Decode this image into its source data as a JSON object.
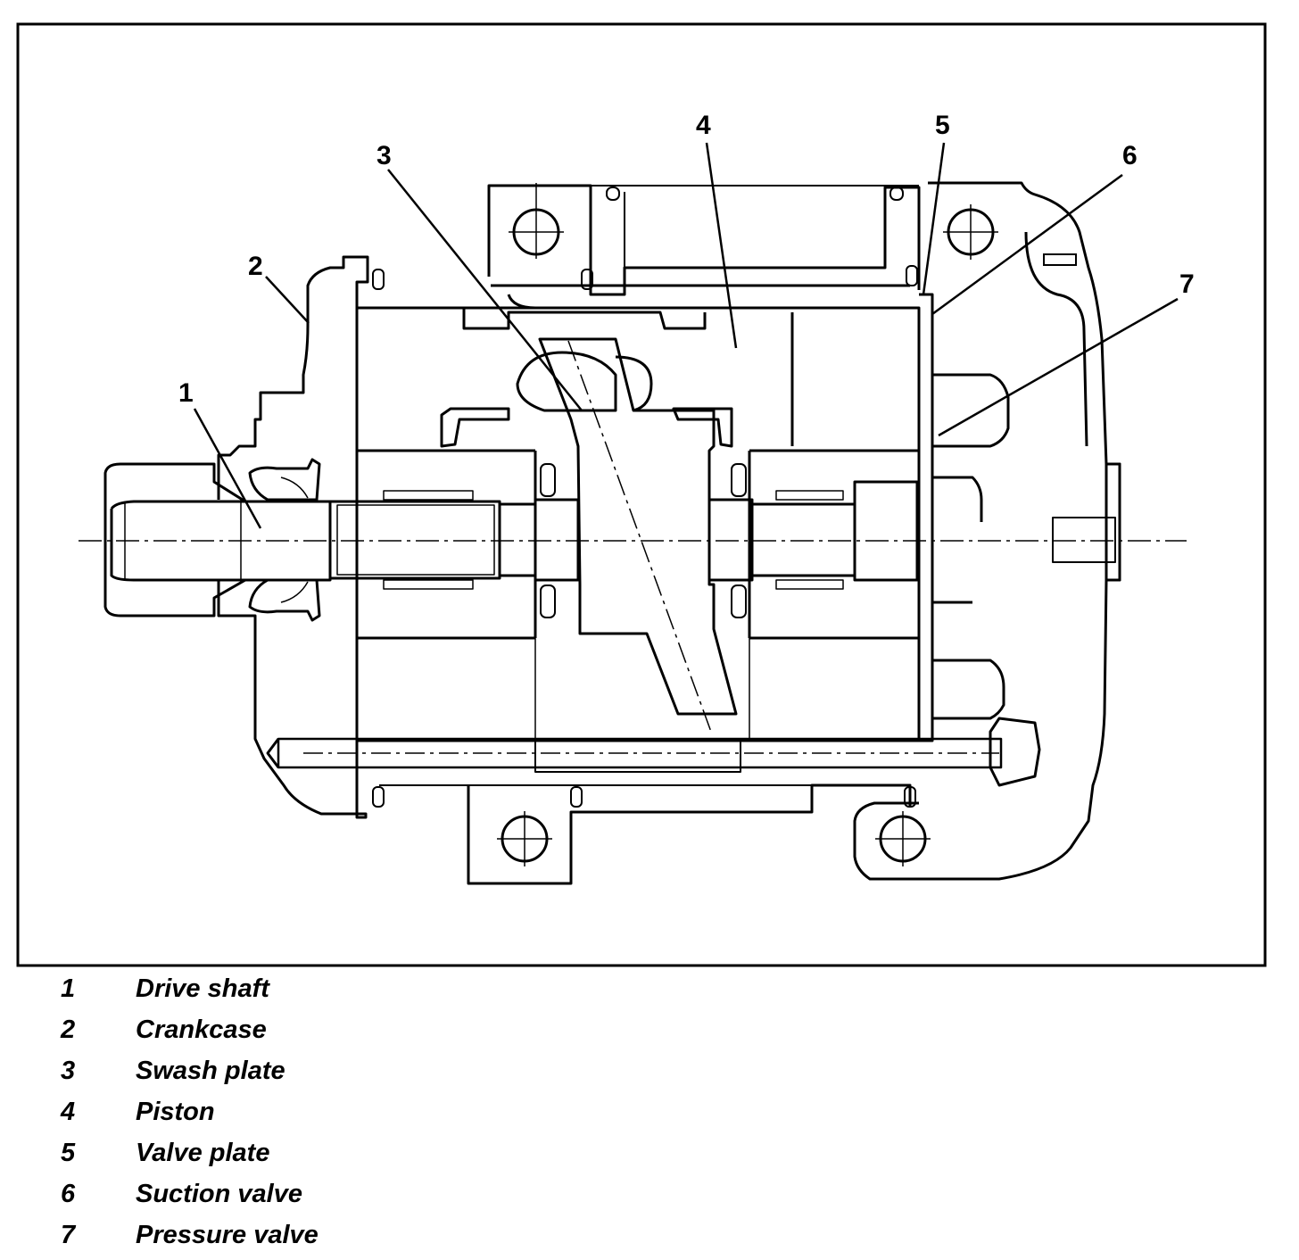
{
  "parts": [
    {
      "num": "1",
      "name": "Drive shaft"
    },
    {
      "num": "2",
      "name": "Crankcase"
    },
    {
      "num": "3",
      "name": "Swash plate"
    },
    {
      "num": "4",
      "name": "Piston"
    },
    {
      "num": "5",
      "name": "Valve plate"
    },
    {
      "num": "6",
      "name": "Suction valve"
    },
    {
      "num": "7",
      "name": "Pressure valve"
    }
  ],
  "colors": {
    "ink": "#000000",
    "paper": "#ffffff"
  }
}
